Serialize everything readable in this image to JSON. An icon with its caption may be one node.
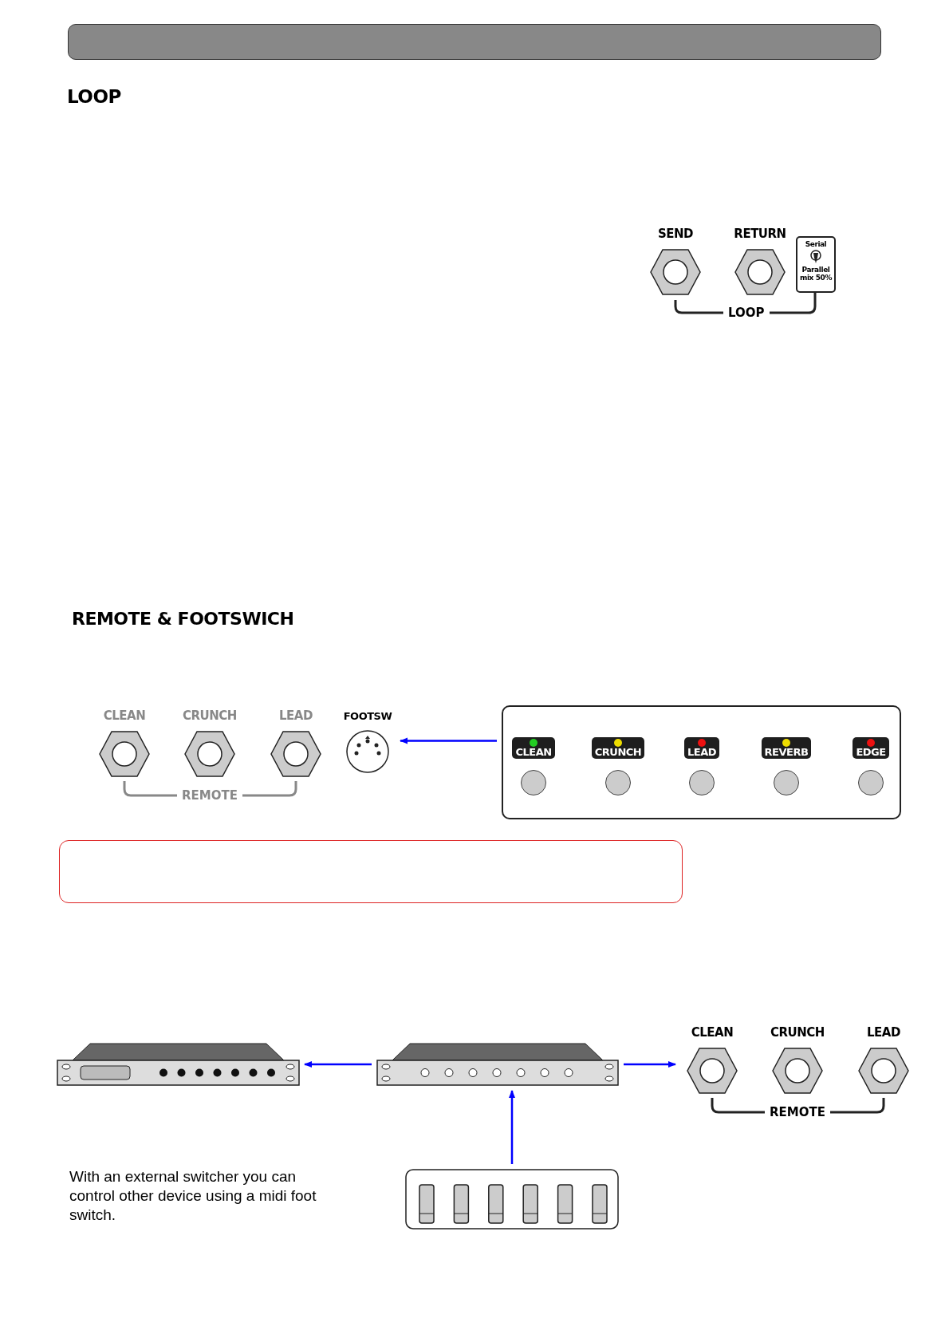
{
  "diagram": {
    "nodes": [
      {
        "text": [
          "SEND"
        ]
      },
      {
        "text": [
          "RETURN"
        ]
      },
      {
        "text": [
          "Serial",
          "Parallel mix 50%"
        ]
      },
      {
        "text": [
          "CLEAN"
        ]
      },
      {
        "text": [
          "CRUNCH"
        ]
      },
      {
        "text": [
          "LEAD"
        ]
      },
      {
        "text": [
          "FOOTSW"
        ]
      },
      {
        "text": [],
        "shape": "box"
      },
      {
        "text": [
          "CLEAN"
        ],
        "in": 7
      },
      {
        "text": [
          "CRUNCH"
        ],
        "in": 7
      },
      {
        "text": [
          "LEAD"
        ],
        "in": 7
      },
      {
        "text": [
          "REVERB"
        ],
        "in": 7
      },
      {
        "text": [
          "EDGE"
        ],
        "in": 7
      },
      {
        "text": [],
        "shape": "box"
      },
      {
        "text": [],
        "shape": "box"
      },
      {
        "text": [],
        "shape": "box"
      },
      {
        "text": [
          "CLEAN"
        ]
      },
      {
        "text": [
          "CRUNCH"
        ]
      },
      {
        "text": [
          "LEAD"
        ]
      },
      {
        "text": [],
        "shape": "box"
      }
    ],
    "edges": [
      {
        "from": 7,
        "to": 6,
        "arrow": "to",
        "color": "#0000ff"
      },
      {
        "from": 15,
        "to": 14,
        "arrow": "to",
        "color": "#0000ff"
      },
      {
        "from": 15,
        "to": 16,
        "arrow": "to",
        "color": "#0000ff"
      },
      {
        "from": 19,
        "to": 15,
        "arrow": "to",
        "color": "#0000ff"
      }
    ],
    "labels": [
      "LOOP",
      "LOOP",
      "REMOTE & FOOTSWICH",
      "REMOTE",
      "REMOTE",
      "With an external switcher you can control other device using a midi foot switch."
    ]
  }
}
